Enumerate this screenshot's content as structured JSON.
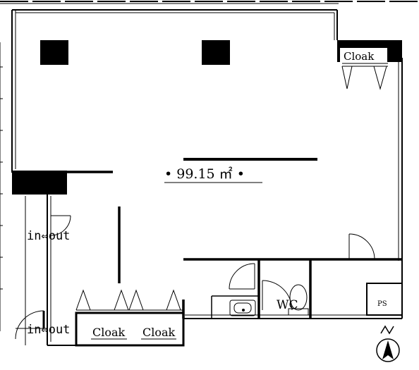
{
  "floor_plan": {
    "area_label": "• 99.15 ㎡ •",
    "rooms": {
      "cloak_top_right": "Cloak",
      "cloak_bottom_left": "Cloak",
      "cloak_bottom_right": "Cloak",
      "wc": "WC",
      "ps": "PS"
    },
    "entrances": {
      "upper": "in⇔out",
      "lower": "in⇔out"
    },
    "north_marker": "N"
  },
  "colors": {
    "ink": "#000000",
    "paper": "#ffffff"
  }
}
